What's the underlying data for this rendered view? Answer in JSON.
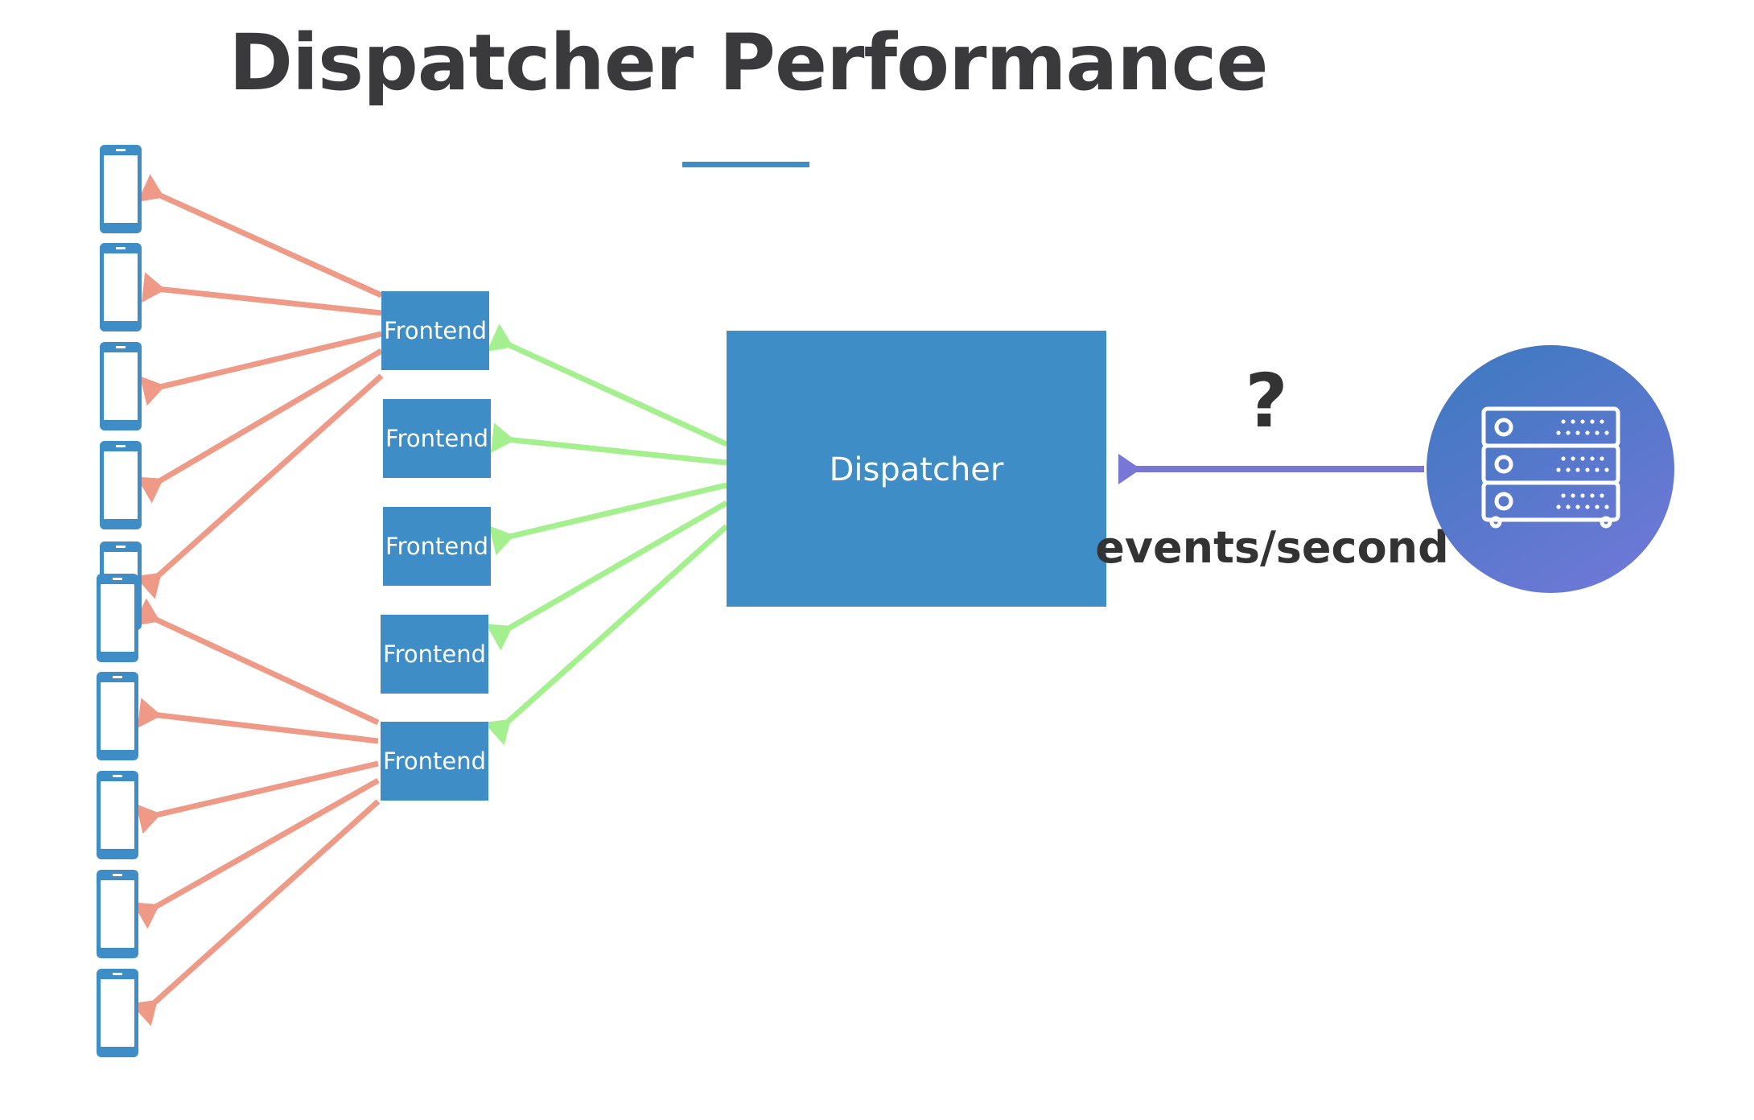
{
  "slide": {
    "title": "Dispatcher Performance"
  },
  "diagram": {
    "dispatcher": {
      "label": "Dispatcher"
    },
    "frontends": [
      {
        "label": "Frontend"
      },
      {
        "label": "Frontend"
      },
      {
        "label": "Frontend"
      },
      {
        "label": "Frontend"
      },
      {
        "label": "Frontend"
      }
    ],
    "devices": [
      "phone-icon",
      "phone-icon",
      "phone-icon",
      "phone-icon",
      "phone-icon",
      "phone-icon",
      "phone-icon",
      "phone-icon",
      "phone-icon",
      "phone-icon"
    ],
    "source": {
      "icon": "server-rack-icon"
    },
    "input_link": {
      "question": "?",
      "label": "events/second"
    },
    "colors": {
      "box": "#3e8dc6",
      "frontend_to_device_arrow": "#ee9a87",
      "dispatcher_to_frontend_arrow": "#a4f08e",
      "source_arrow": "#7876d6",
      "source_gradient_top": "#3b79bf",
      "source_gradient_bottom": "#6b78d5",
      "title_text": "#3a3a3c"
    }
  }
}
